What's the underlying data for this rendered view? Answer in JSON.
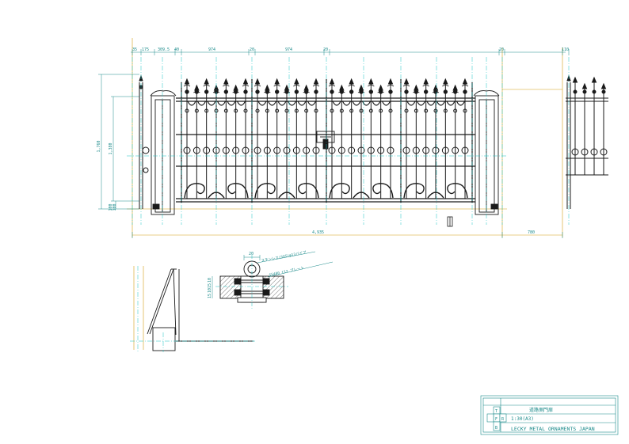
{
  "elevation": {
    "top_dims": [
      "35",
      "175",
      "309.5",
      "40",
      "974",
      "20",
      "974",
      "20",
      "20",
      "110"
    ],
    "bottom_dims": [
      "4,935",
      "780"
    ],
    "left_dims": [
      "1,760",
      "1,380",
      "100",
      "100"
    ]
  },
  "detail": {
    "width_dim": "20",
    "leader_1": "ステンレス(SUS)φ13パイプ",
    "leader_2": "SS400 t12 プレート",
    "side_dims": [
      "10",
      "15",
      "10",
      "15"
    ]
  },
  "title_block": {
    "title": "道路側門扉",
    "scale": "1:30(A3)",
    "company": "LECKY METAL ORNAMENTS JAPAN",
    "marks": [
      "T",
      "F",
      "R",
      "B"
    ]
  },
  "colors": {
    "line": "#1a1a1a",
    "dimension": "#1a8a8a",
    "centerline": "#18c4c4",
    "reference": "#d4a017"
  }
}
